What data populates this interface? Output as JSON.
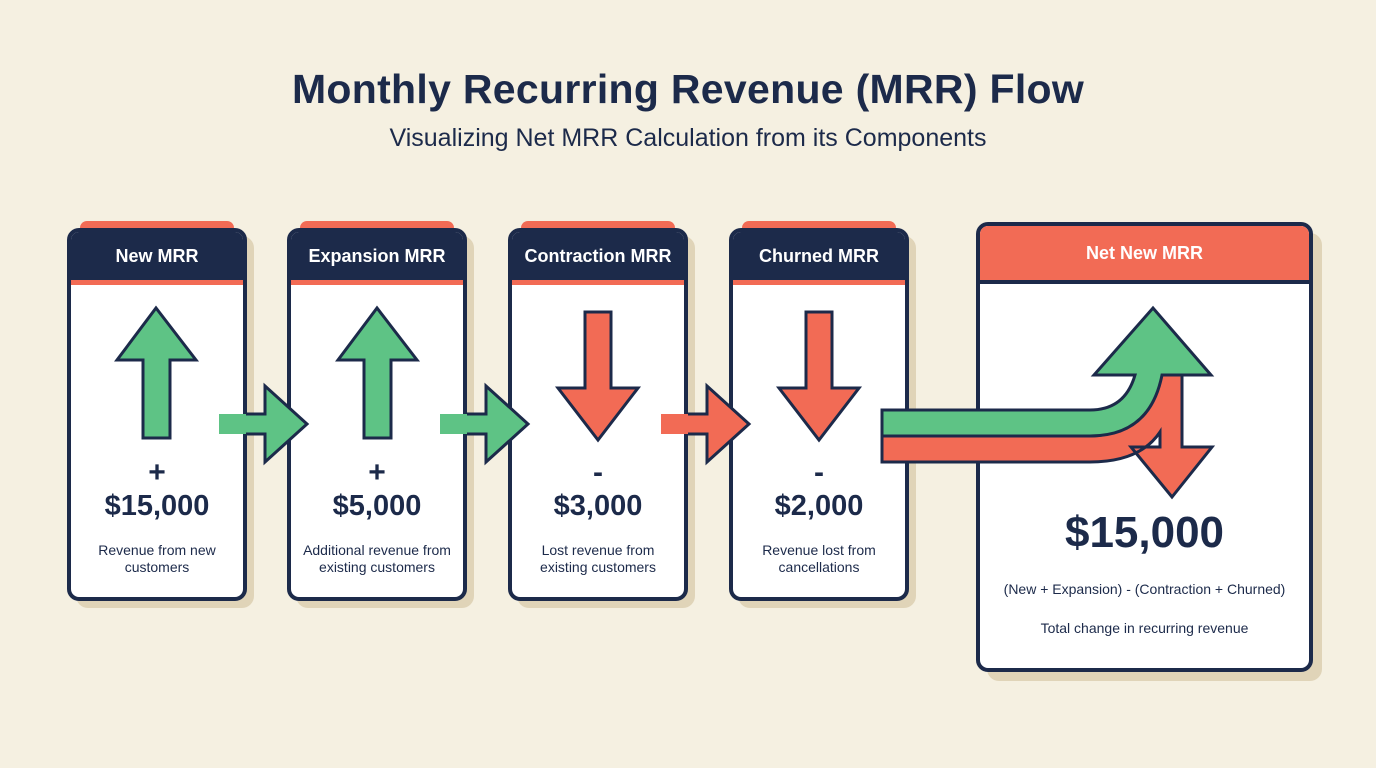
{
  "header": {
    "title": "Monthly Recurring Revenue (MRR) Flow",
    "subtitle": "Visualizing Net MRR Calculation from its Components"
  },
  "colors": {
    "background": "#f5f0e1",
    "navy": "#1c2a4a",
    "coral": "#f26b55",
    "green": "#5ec385"
  },
  "cards": [
    {
      "title": "New MRR",
      "sign": "+",
      "value": "$15,000",
      "description_line1": "Revenue from new",
      "description_line2": "customers",
      "direction": "up-arrow"
    },
    {
      "title": "Expansion MRR",
      "sign": "+",
      "value": "$5,000",
      "description_line1": "Additional revenue from",
      "description_line2": "existing customers",
      "direction": "up-arrow"
    },
    {
      "title": "Contraction MRR",
      "sign": "-",
      "value": "$3,000",
      "description_line1": "Lost revenue from",
      "description_line2": "existing customers",
      "direction": "down-arrow"
    },
    {
      "title": "Churned MRR",
      "sign": "-",
      "value": "$2,000",
      "description_line1": "Revenue lost from",
      "description_line2": "cancellations",
      "direction": "down-arrow"
    }
  ],
  "net": {
    "title": "Net New MRR",
    "value": "$15,000",
    "formula": "(New + Expansion) - (Contraction + Churned)",
    "description": "Total change in recurring revenue"
  }
}
